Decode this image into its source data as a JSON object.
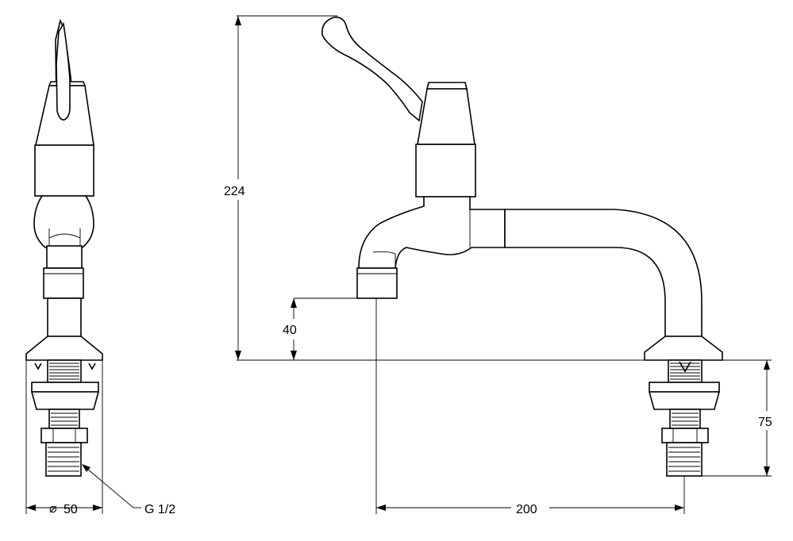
{
  "dimensions": {
    "height_total": "224",
    "spout_height": "40",
    "shank_length": "75",
    "spout_reach": "200",
    "diameter": "50",
    "thread": "G 1/2"
  },
  "symbols": {
    "diameter_symbol": "⌀"
  }
}
